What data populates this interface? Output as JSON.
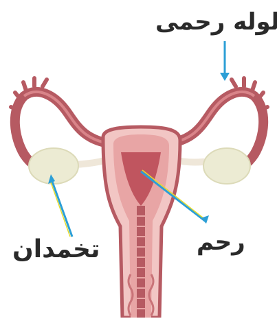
{
  "labels": {
    "fallopian_tube": "لوله رحمی",
    "ovary": "تخمدان",
    "uterus": "رحم"
  },
  "colors": {
    "tissue_outer": "#b65a62",
    "tissue_light": "#f2c6c4",
    "tissue_mid": "#e8a5a5",
    "uterus_cavity": "#c0555f",
    "ovary": "#ecebd3",
    "ligament": "#efe7d9",
    "pointer_blue": "#2c9fd6",
    "pointer_yellow": "#e6dc2e"
  }
}
